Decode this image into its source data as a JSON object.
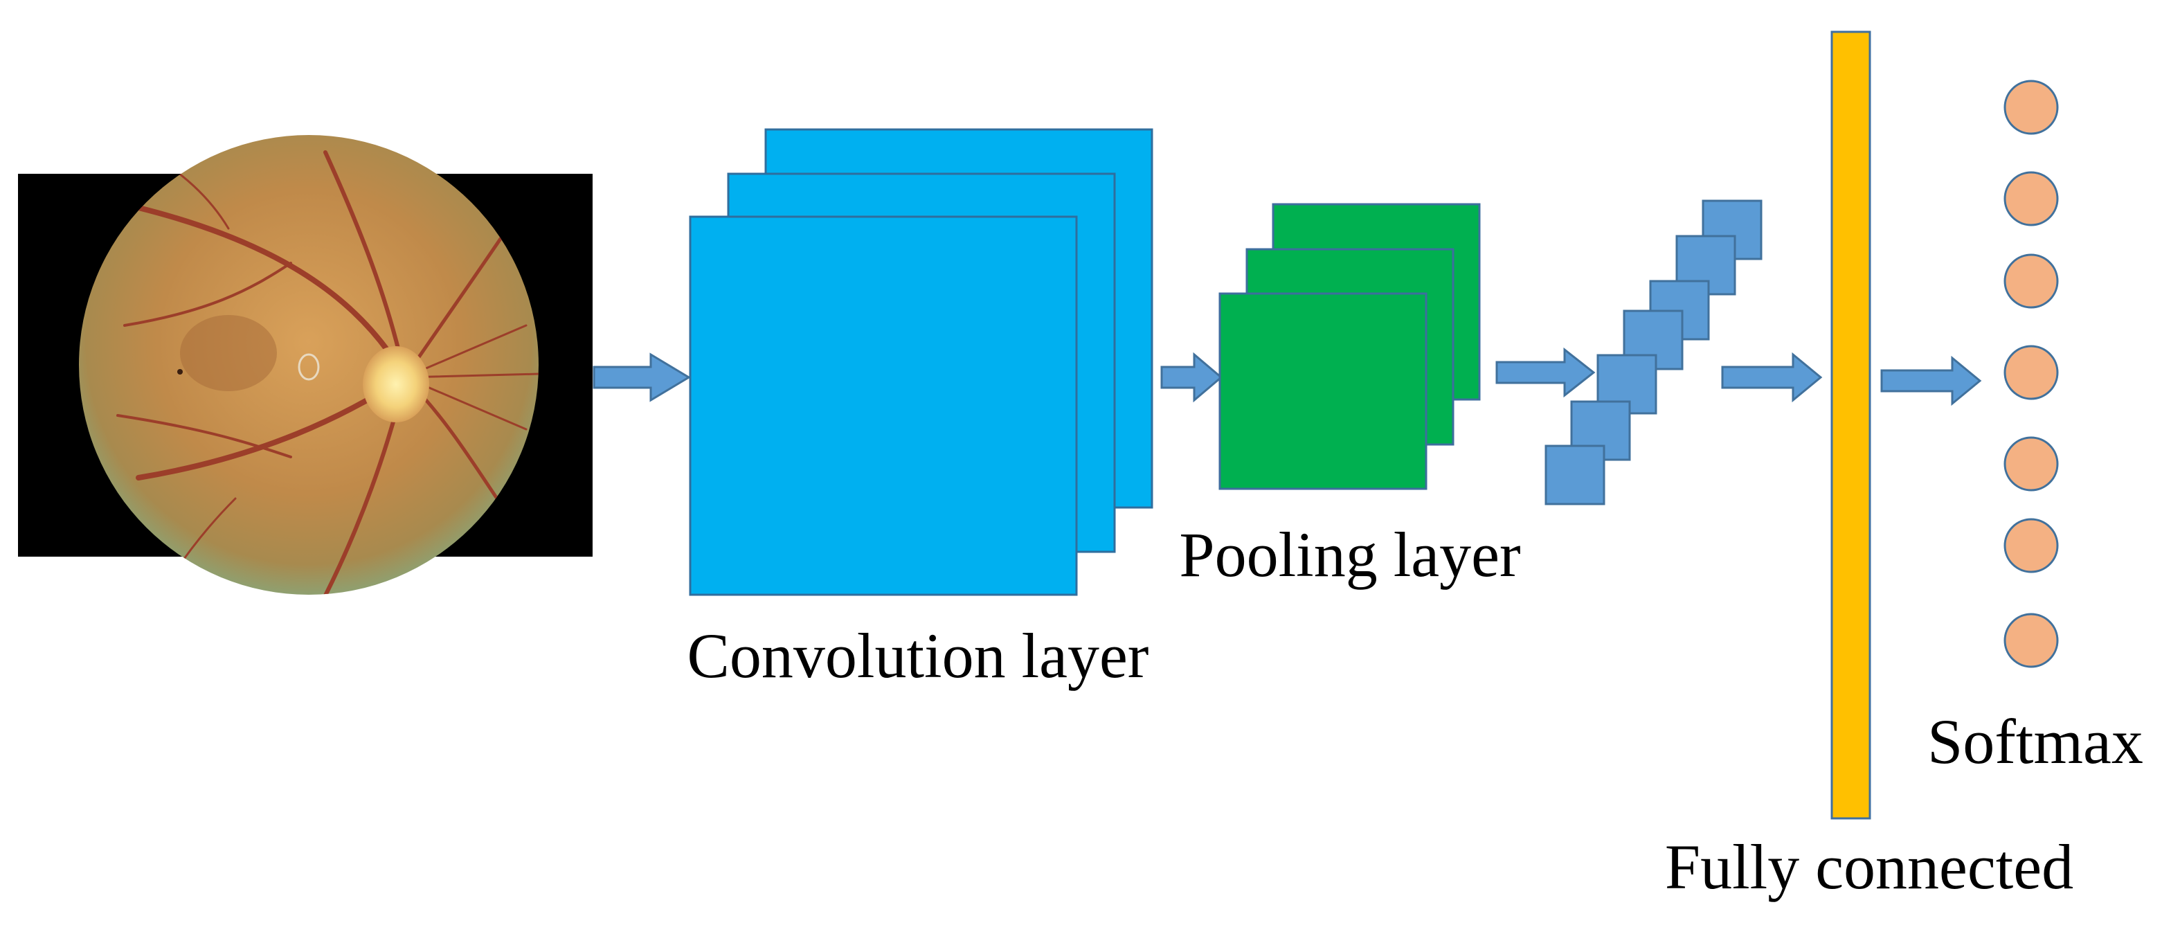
{
  "labels": {
    "convolution": "Convolution layer",
    "pooling": "Pooling layer",
    "fully_connected": "Fully connected",
    "softmax": "Softmax"
  },
  "colors": {
    "conv": "#00B0F0",
    "conv_stroke": "#2F6E9E",
    "pool": "#00B050",
    "pool_stroke": "#3E6E9E",
    "feature": "#5B9BD5",
    "feature_stroke": "#41719C",
    "arrow": "#5B9BD5",
    "fc": "#FFC000",
    "fc_stroke": "#3F6FA0",
    "softmax": "#F4B183",
    "softmax_stroke": "#41719C",
    "fundus_bg": "#000000",
    "retina": "#C08A4A"
  },
  "icons": {
    "input_image": "retina-fundus-image",
    "arrow": "right-arrow-icon"
  }
}
